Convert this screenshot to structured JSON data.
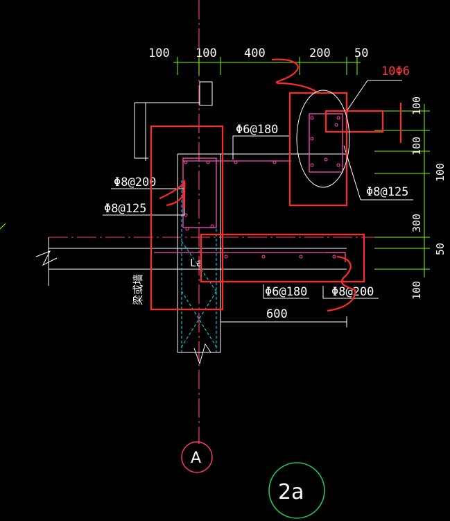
{
  "drawing": {
    "top_dims": [
      "100",
      "100",
      "400",
      "200",
      "50"
    ],
    "right_dims": [
      "100",
      "100",
      "100",
      "300",
      "50",
      "100"
    ],
    "rebar_callouts": {
      "main_bars": "10Φ6",
      "dist_upper": "Φ6@180",
      "stirrup_left_200": "Φ8@200",
      "stirrup_left_125": "Φ8@125",
      "stirrup_right_125": "Φ8@125",
      "dist_lower": "Φ6@180",
      "stirrup_lower_200": "Φ8@200"
    },
    "bottom_dim": "600",
    "anchor_label": "La",
    "wall_label": "梁或墙",
    "axis_label": "A",
    "detail_label": "2a"
  },
  "colors": {
    "background": "#000000",
    "dim_lines": "#7fff00",
    "markup": "#ff2a2a",
    "rebar": "#ff4db8",
    "axis": "#ff3b6b",
    "outline": "#ffffff",
    "hatch": "#00e5ff"
  }
}
